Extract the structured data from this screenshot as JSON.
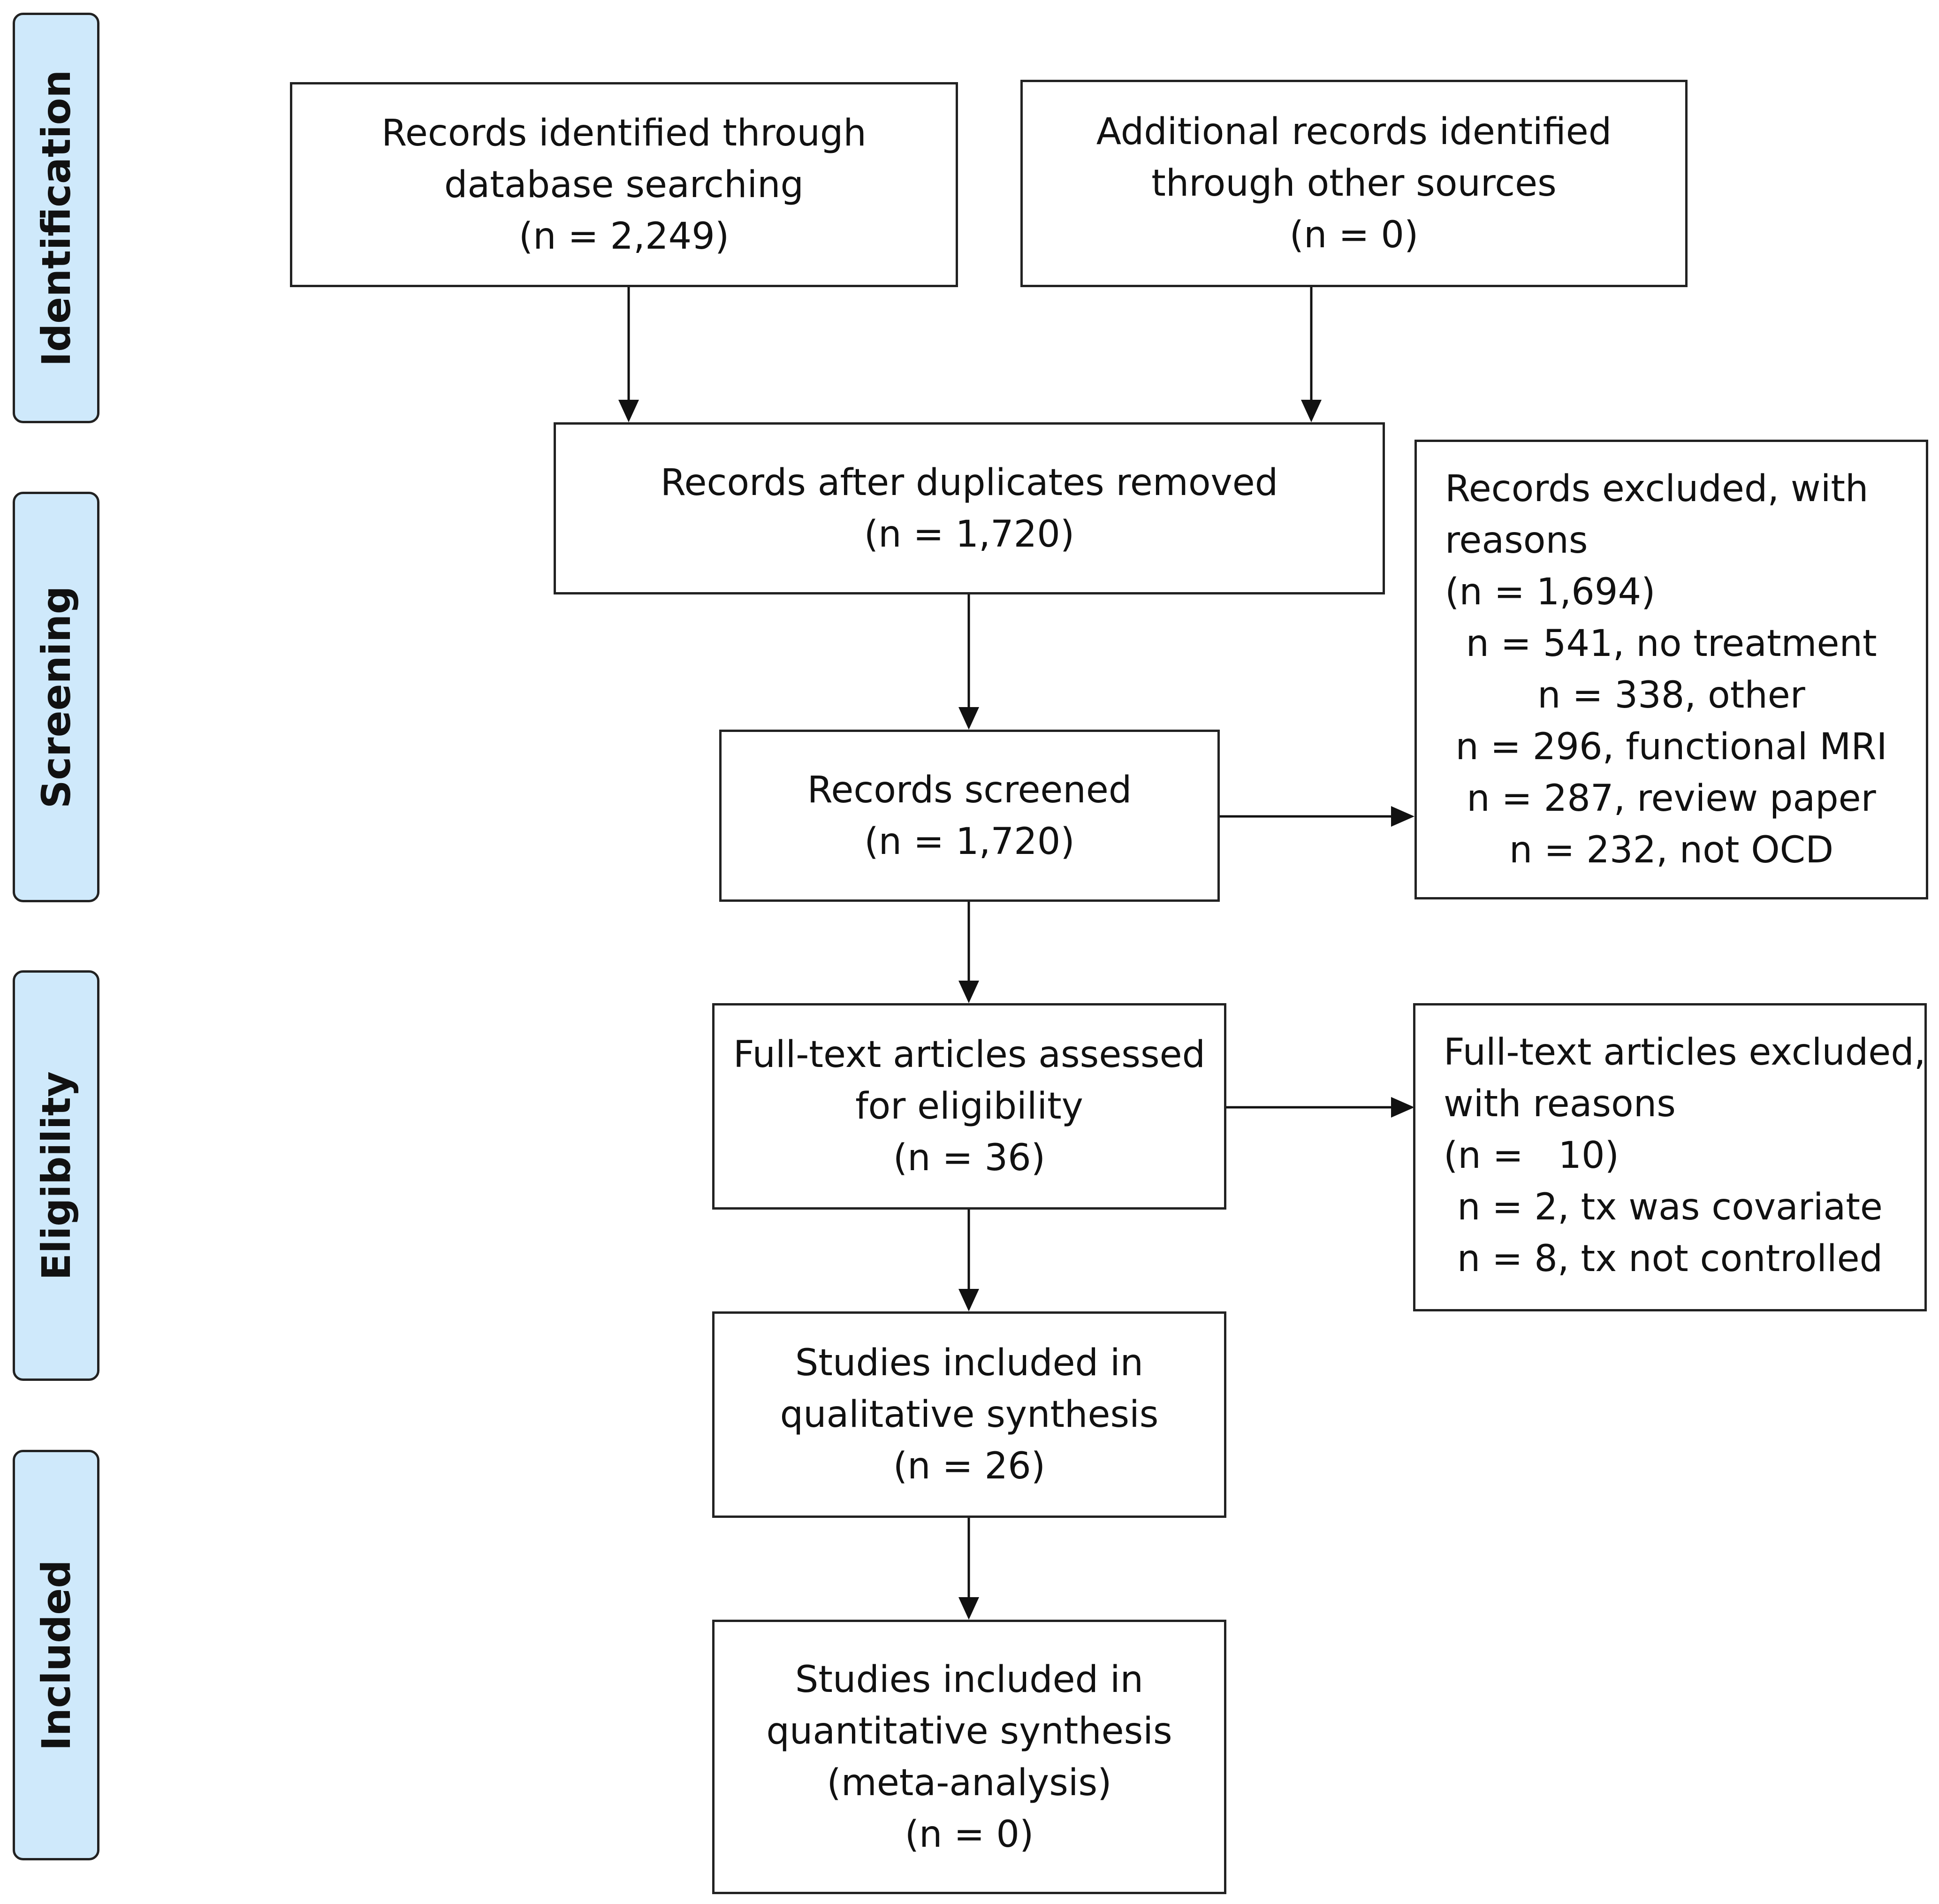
{
  "phases": {
    "identification": "Identification",
    "screening": "Screening",
    "eligibility": "Eligibility",
    "included": "Included"
  },
  "boxes": {
    "db_search": [
      "Records identified through",
      "database searching",
      "(n = 2,249)"
    ],
    "other_sources": [
      "Additional records identified",
      "through other sources",
      "(n = 0)"
    ],
    "after_duplicates": [
      "Records after duplicates removed",
      "(n = 1,720)"
    ],
    "screened": [
      "Records screened",
      "(n = 1,720)"
    ],
    "excluded": {
      "header": [
        "Records excluded, with",
        "reasons",
        "(n = 1,694)"
      ],
      "reasons": [
        "n = 541, no treatment",
        "n = 338, other",
        "n = 296, functional MRI",
        "n = 287, review paper",
        "n = 232, not OCD"
      ]
    },
    "fulltext": [
      "Full-text articles assessed",
      "for eligibility",
      "(n = 36)"
    ],
    "fulltext_excluded": {
      "header": [
        "Full-text articles excluded,",
        "with reasons",
        "(n =   10)"
      ],
      "reasons": [
        "n = 2, tx was covariate",
        "n = 8, tx not controlled"
      ]
    },
    "qualitative": [
      "Studies included in",
      "qualitative synthesis",
      "(n = 26)"
    ],
    "quantitative": [
      "Studies included in",
      "quantitative synthesis",
      "(meta-analysis)",
      "(n = 0)"
    ]
  }
}
